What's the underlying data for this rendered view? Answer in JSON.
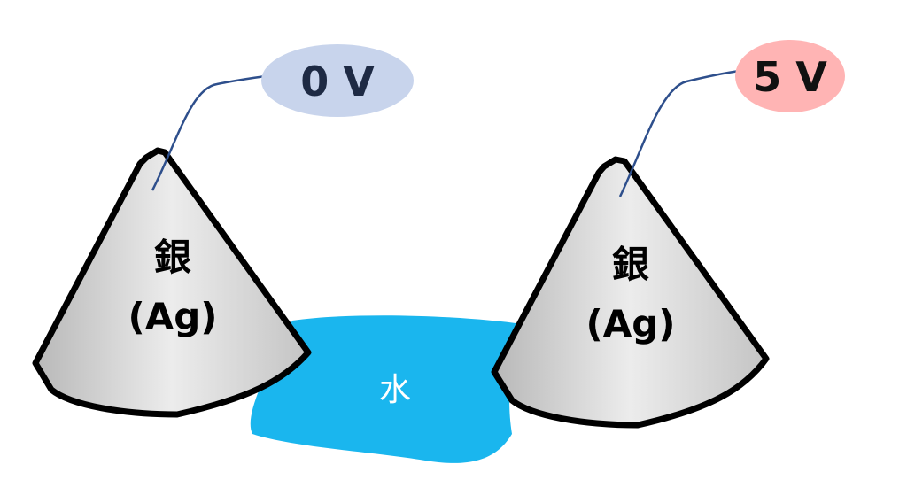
{
  "left_electrode": {
    "material": "銀",
    "symbol": "(Ag)",
    "voltage": "0 V",
    "voltage_color": "#c8d4ec"
  },
  "right_electrode": {
    "material": "銀",
    "symbol": "(Ag)",
    "voltage": "5 V",
    "voltage_color": "#ffb4b4"
  },
  "water": {
    "label": "水",
    "color": "#1ab6ee"
  },
  "wire_color": "#2e4f8c"
}
